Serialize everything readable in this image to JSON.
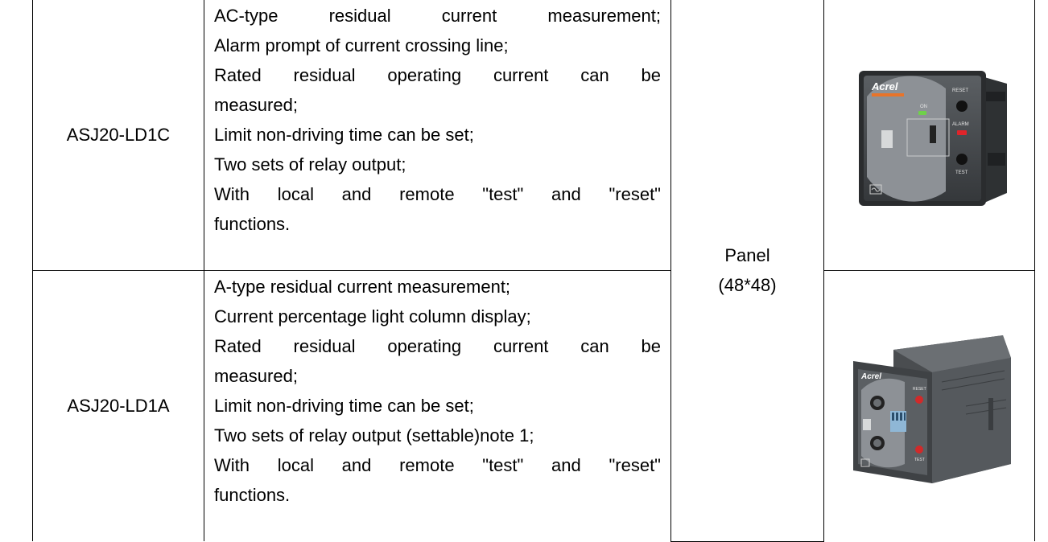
{
  "rows": [
    {
      "model": "ASJ20-LD1C",
      "functions": [
        "AC-type residual current measurement;",
        "Alarm prompt of current crossing line;",
        "Rated residual operating current can be",
        "measured;",
        "Limit non-driving time can be set;",
        "Two sets of relay output;",
        "With local and remote \"test\" and \"reset\"",
        "functions."
      ],
      "image": {
        "brand": "Acrel",
        "labels": {
          "on": "ON",
          "reset": "RESET",
          "alarm": "ALARM",
          "test": "TEST"
        }
      }
    },
    {
      "model": "ASJ20-LD1A",
      "functions": [
        "A-type residual current measurement;",
        "Current percentage light column display;",
        "Rated residual operating current can be",
        "measured;",
        "Limit non-driving time can be set;",
        "Two sets of relay output (settable)note 1;",
        "With local and remote \"test\" and \"reset\"",
        "functions."
      ],
      "image": {
        "brand": "Acrel",
        "labels": {
          "reset": "RESET",
          "test": "TEST"
        }
      }
    }
  ],
  "mounting": {
    "line1": "Panel",
    "line2": "(48*48)"
  },
  "colors": {
    "device_body": "#3a3d40",
    "panel_face": "#54585c",
    "alarm_led": "#e0242a",
    "on_led": "#6fd14a",
    "brand_accent": "#e8742a"
  }
}
